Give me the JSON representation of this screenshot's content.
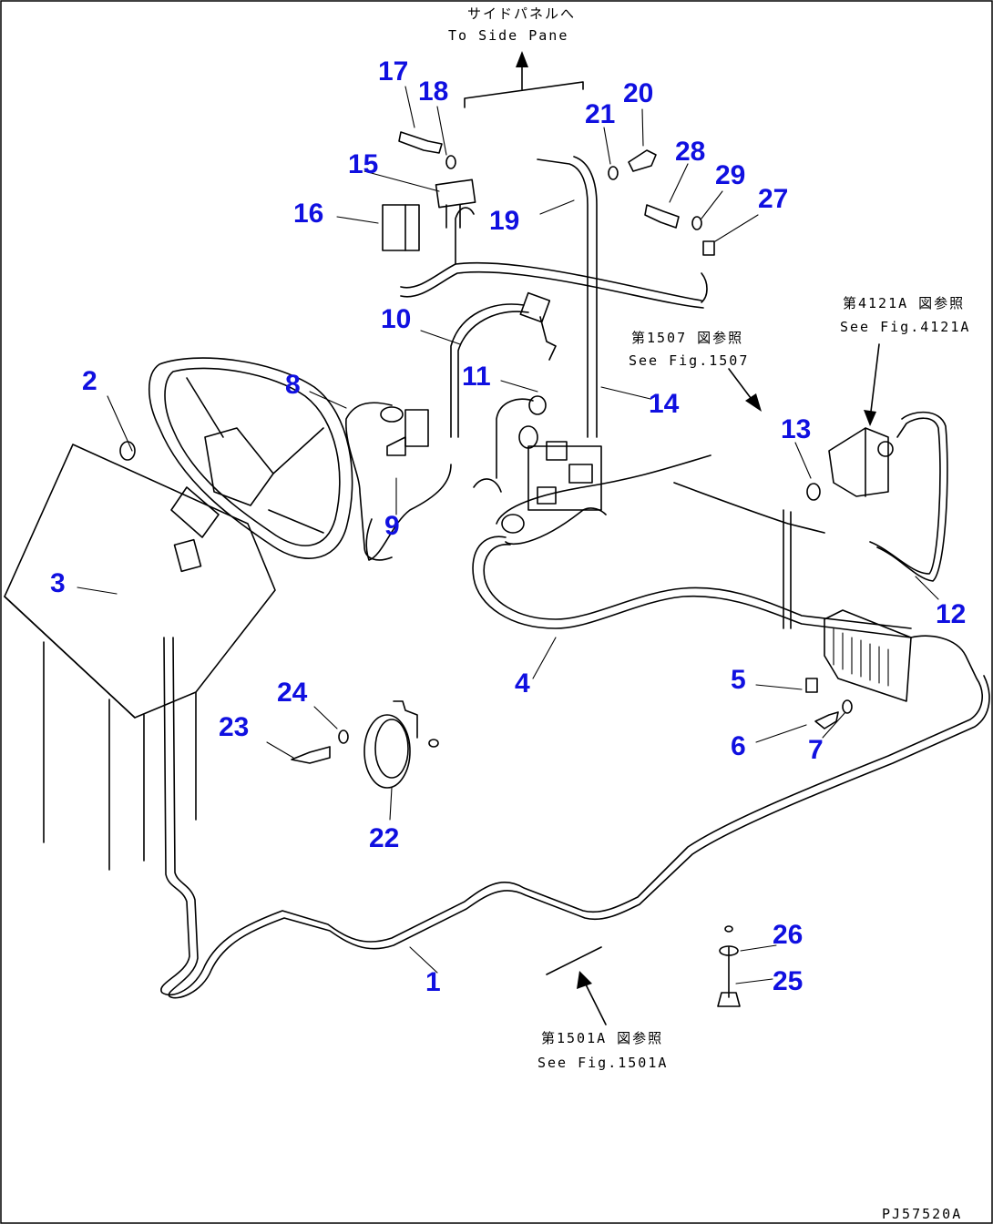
{
  "references": {
    "side_panel_jp": "サイドパネルへ",
    "side_panel_en": "To Side Pane",
    "fig_4121a_jp": "第4121A 図参照",
    "fig_4121a_en": "See Fig.4121A",
    "fig_1507_jp": "第1507 図参照",
    "fig_1507_en": "See Fig.1507",
    "fig_1501a_jp": "第1501A 図参照",
    "fig_1501a_en": "See Fig.1501A"
  },
  "drawing_code": "PJ57520A",
  "callouts": [
    "1",
    "2",
    "3",
    "4",
    "5",
    "6",
    "7",
    "8",
    "9",
    "10",
    "11",
    "12",
    "13",
    "14",
    "15",
    "16",
    "17",
    "18",
    "19",
    "20",
    "21",
    "22",
    "23",
    "24",
    "25",
    "26",
    "27",
    "28",
    "29"
  ]
}
